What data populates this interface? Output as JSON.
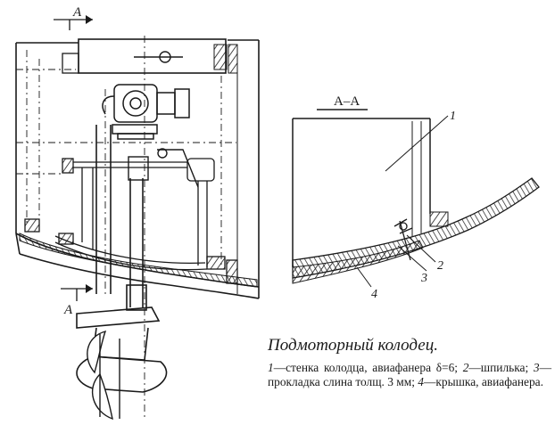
{
  "section_marks": {
    "top": "А",
    "bottom": "А",
    "section_title": "А–А"
  },
  "callouts": [
    "1",
    "2",
    "3",
    "4"
  ],
  "caption": {
    "title": "Подмоторный колодец.",
    "items": [
      {
        "num": "1",
        "text": "—стенка колодца, авиафанера δ=6; "
      },
      {
        "num": "2",
        "text": "—шпилька; "
      },
      {
        "num": "3",
        "text": "—прокладка слина толщ. 3 мм; "
      },
      {
        "num": "4",
        "text": "—крышка, авиафанера."
      }
    ]
  }
}
